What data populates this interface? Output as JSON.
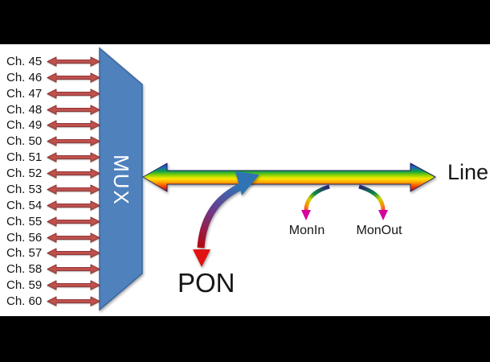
{
  "diagram": {
    "description": "DWDM MUX channel diagram",
    "mux": {
      "label": "MUX",
      "fill": "#4f81bd",
      "border": "#3a689e",
      "text_color": "#ffffff"
    },
    "channels": {
      "items": [
        "Ch. 45",
        "Ch. 46",
        "Ch. 47",
        "Ch. 48",
        "Ch. 49",
        "Ch. 50",
        "Ch. 51",
        "Ch. 52",
        "Ch. 53",
        "Ch. 54",
        "Ch. 55",
        "Ch. 56",
        "Ch. 57",
        "Ch. 58",
        "Ch. 59",
        "Ch. 60"
      ],
      "arrow_fill": "#c0504d",
      "arrow_border": "#8c3836"
    },
    "line": {
      "label": "Line"
    },
    "pon": {
      "label": "PON",
      "head_top_color": "#2e74b5",
      "head_bottom_color": "#e01212"
    },
    "monitors": {
      "mon_in": "MonIn",
      "mon_out": "MonOut",
      "arrow_head_color": "#d6009e"
    },
    "colors": {
      "letterbox": "#000000",
      "canvas": "#ffffff",
      "text": "#161616",
      "rainbow_stops": [
        "#14146b",
        "#2458d0",
        "#0b9e4e",
        "#8fd400",
        "#ffe800",
        "#ff9a00",
        "#f43b00",
        "#991021"
      ]
    }
  }
}
